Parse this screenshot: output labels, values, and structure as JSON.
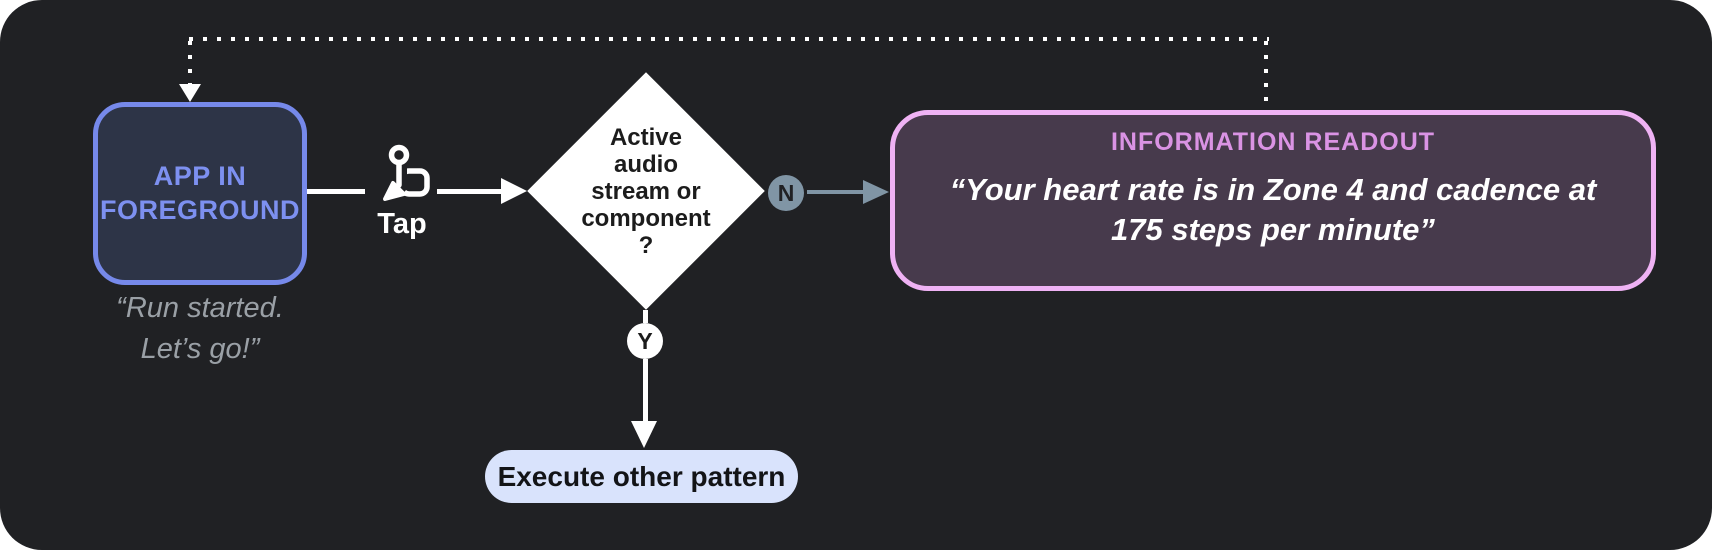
{
  "colors": {
    "canvas_bg": "#202124",
    "app_node_border": "#7689ea",
    "app_node_fill": "#2d3447",
    "app_node_text": "#7d90f0",
    "caption_text": "#9aa0a6",
    "decision_fill": "#ffffff",
    "decision_text": "#1c1c1c",
    "no_branch_accent": "#8095a5",
    "readout_border": "#efb2f4",
    "readout_fill": "#473a4c",
    "readout_title_text": "#da93e4",
    "readout_quote_text": "#ffffff",
    "action_pill_fill": "#d9e3fc",
    "action_pill_text": "#131417",
    "connector": "#ffffff"
  },
  "flow": {
    "app_node": {
      "label": "APP IN\nFOREGROUND",
      "caption": "“Run started.\nLet’s go!”"
    },
    "tap_step": {
      "label": "Tap"
    },
    "decision": {
      "label": "Active\naudio\nstream or\ncomponent\n?"
    },
    "no_branch": {
      "label": "N"
    },
    "yes_branch": {
      "label": "Y"
    },
    "readout": {
      "title": "INFORMATION READOUT",
      "quote": "“Your heart rate is in Zone 4 and cadence at\n175 steps per minute”"
    },
    "action": {
      "label": "Execute other pattern"
    }
  }
}
